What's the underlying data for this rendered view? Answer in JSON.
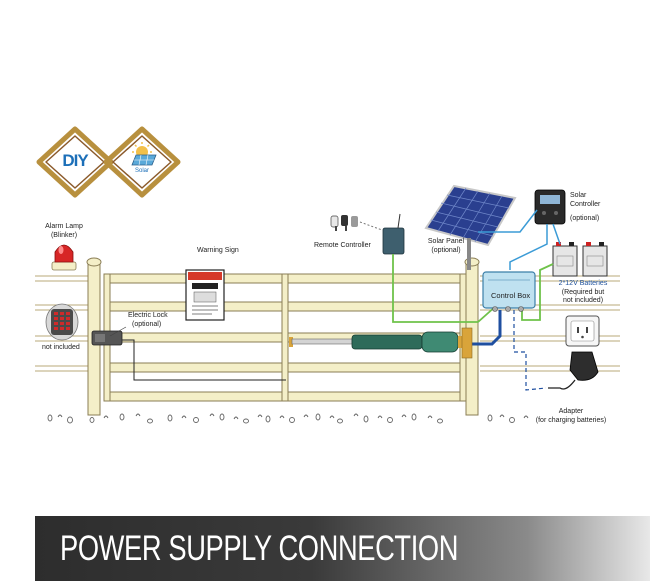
{
  "badges": {
    "diy": "DIY",
    "solar": "Solar"
  },
  "labels": {
    "alarm_lamp": "Alarm Lamp",
    "alarm_lamp_sub": "(Blinker)",
    "not_included": "not included",
    "electric_lock": "Electric Lock",
    "electric_lock_sub": "(optional)",
    "warning_sign": "Warning Sign",
    "remote_controller": "Remote Controller",
    "solar_panel": "Solar Panel",
    "solar_panel_sub": "(optional)",
    "solar_controller_1": "Solar",
    "solar_controller_2": "Controller",
    "solar_controller_sub": "(optional)",
    "batteries": "2*12V Batteries",
    "batteries_sub1": "(Required but",
    "batteries_sub2": "not included)",
    "control_box": "Control Box",
    "adapter": "Adapter",
    "adapter_sub": "(for charging batteries)"
  },
  "banner": {
    "title": "POWER SUPPLY CONNECTION"
  },
  "colors": {
    "gold": "#b8903e",
    "badge_brown": "#8b5a2b",
    "blue_wire": "#3b9bd6",
    "green_wire": "#6fc24a",
    "navy_wire": "#1f4fa0",
    "gate_post": "#f4efc8",
    "actuator": "#2e6b5a",
    "control_box": "#bfe1f0"
  }
}
